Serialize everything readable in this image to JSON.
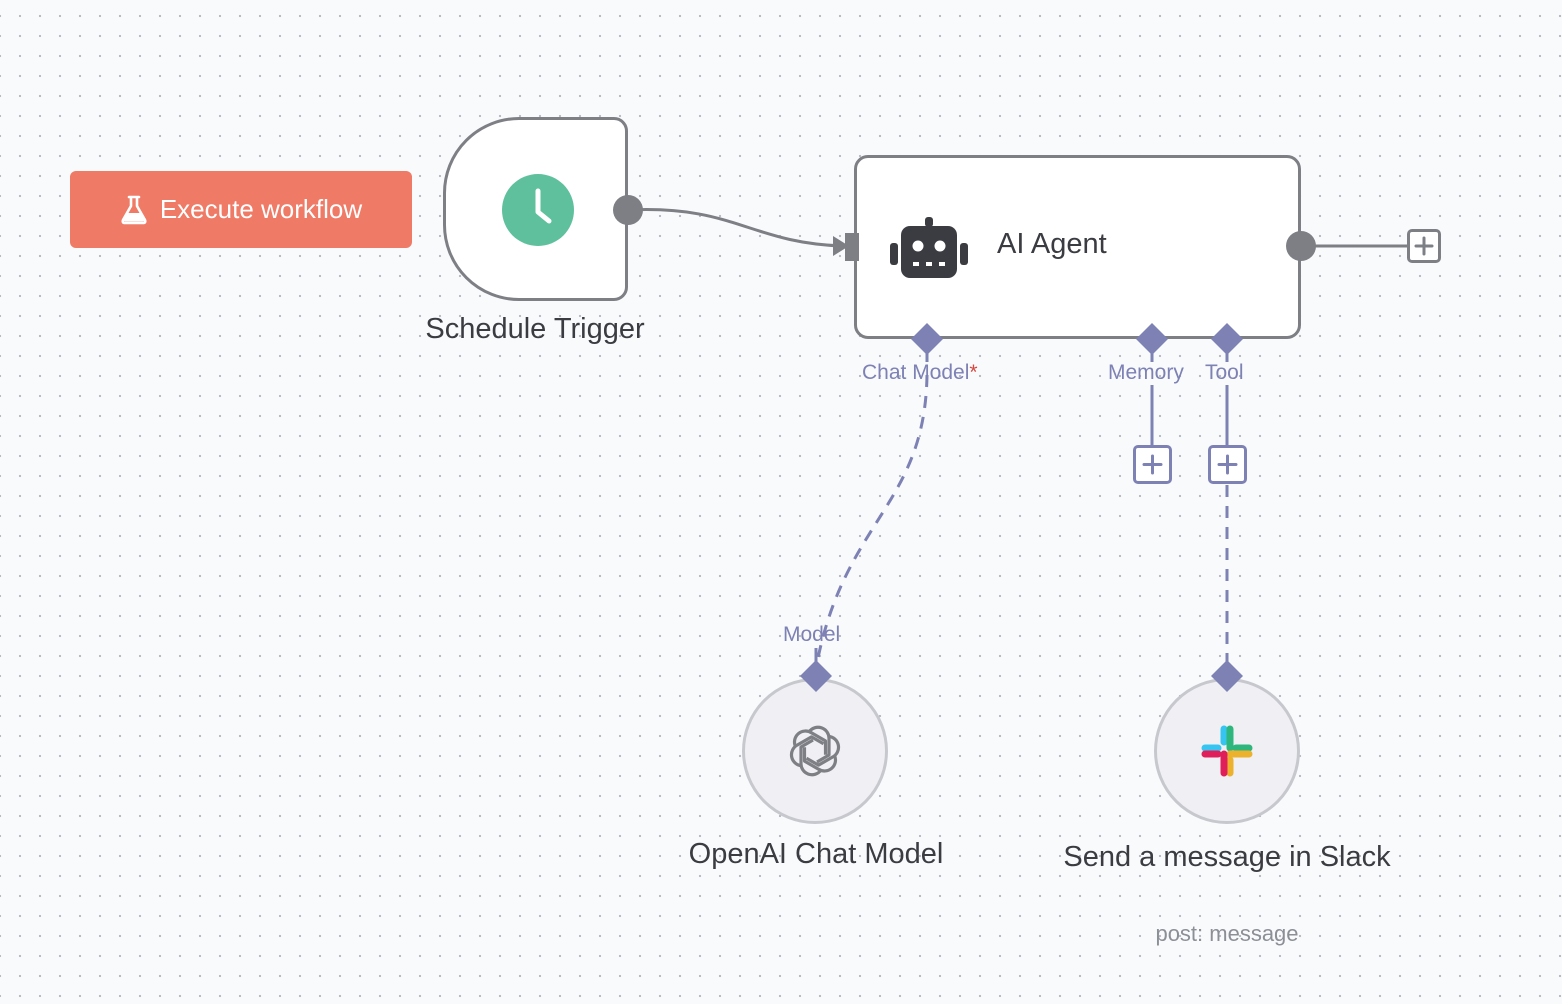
{
  "canvas": {
    "execute_button": {
      "label": "Execute workflow",
      "icon": "flask-icon",
      "color": "#ef7a66"
    }
  },
  "nodes": {
    "schedule_trigger": {
      "name": "Schedule Trigger",
      "icon": "clock-icon",
      "icon_color": "#5fc09d"
    },
    "ai_agent": {
      "name": "AI Agent",
      "icon": "robot-icon",
      "ports": {
        "chat_model": "Chat Model",
        "chat_model_required": "*",
        "memory": "Memory",
        "tool": "Tool"
      }
    },
    "openai_chat_model": {
      "name": "OpenAI Chat Model",
      "icon": "openai-icon",
      "input_port": "Model"
    },
    "slack": {
      "name": "Send a message in Slack",
      "subtitle": "post: message",
      "icon": "slack-icon"
    }
  },
  "colors": {
    "connection_main": "#7d7f85",
    "connection_ai": "#7d81b4",
    "required": "#d6483f"
  }
}
